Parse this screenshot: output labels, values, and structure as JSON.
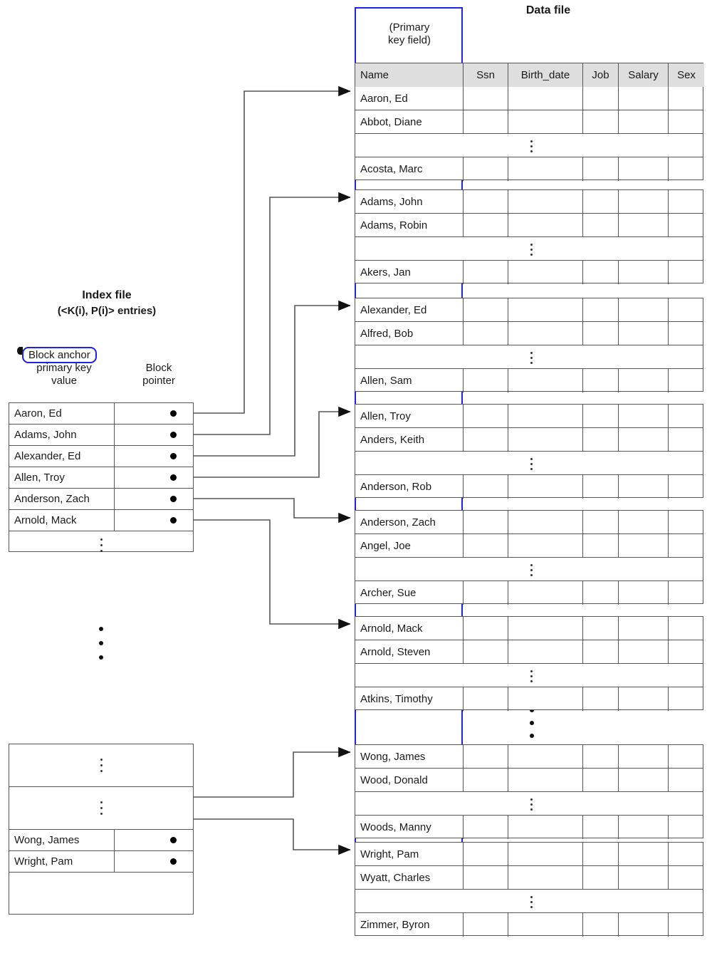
{
  "titles": {
    "data_file": "Data file",
    "index_file": "Index file",
    "index_file_sub": "(<K(i), P(i)> entries)",
    "primary_key_field": "(Primary\nkey field)"
  },
  "index_legend": {
    "anchor_badge": "Block anchor",
    "key_caption": "primary key\nvalue",
    "pointer_caption": "Block\npointer"
  },
  "data_file": {
    "columns": [
      "Name",
      "Ssn",
      "Birth_date",
      "Job",
      "Salary",
      "Sex"
    ],
    "ellipsis_glyph": "⋮",
    "blocks": [
      {
        "rows": [
          "Aaron, Ed",
          "Abbot, Diane",
          "⋮",
          "Acosta, Marc"
        ]
      },
      {
        "rows": [
          "Adams, John",
          "Adams, Robin",
          "⋮",
          "Akers, Jan"
        ]
      },
      {
        "rows": [
          "Alexander, Ed",
          "Alfred, Bob",
          "⋮",
          "Allen, Sam"
        ]
      },
      {
        "rows": [
          "Allen, Troy",
          "Anders, Keith",
          "⋮",
          "Anderson, Rob"
        ]
      },
      {
        "rows": [
          "Anderson, Zach",
          "Angel, Joe",
          "⋮",
          "Archer, Sue"
        ]
      },
      {
        "rows": [
          "Arnold, Mack",
          "Arnold, Steven",
          "⋮",
          "Atkins, Timothy"
        ]
      },
      {
        "rows": [
          "Wong, James",
          "Wood, Donald",
          "⋮",
          "Woods, Manny"
        ]
      },
      {
        "rows": [
          "Wright, Pam",
          "Wyatt, Charles",
          "⋮",
          "Zimmer, Byron"
        ]
      }
    ]
  },
  "index_file": {
    "top_entries": [
      "Aaron, Ed",
      "Adams, John",
      "Alexander, Ed",
      "Allen, Troy",
      "Anderson, Zach",
      "Arnold, Mack"
    ],
    "bottom_entries": [
      "Wong, James",
      "Wright, Pam"
    ]
  },
  "colors": {
    "accent_blue": "#1c22e8",
    "header_fill": "#dedede",
    "line": "#555555"
  }
}
